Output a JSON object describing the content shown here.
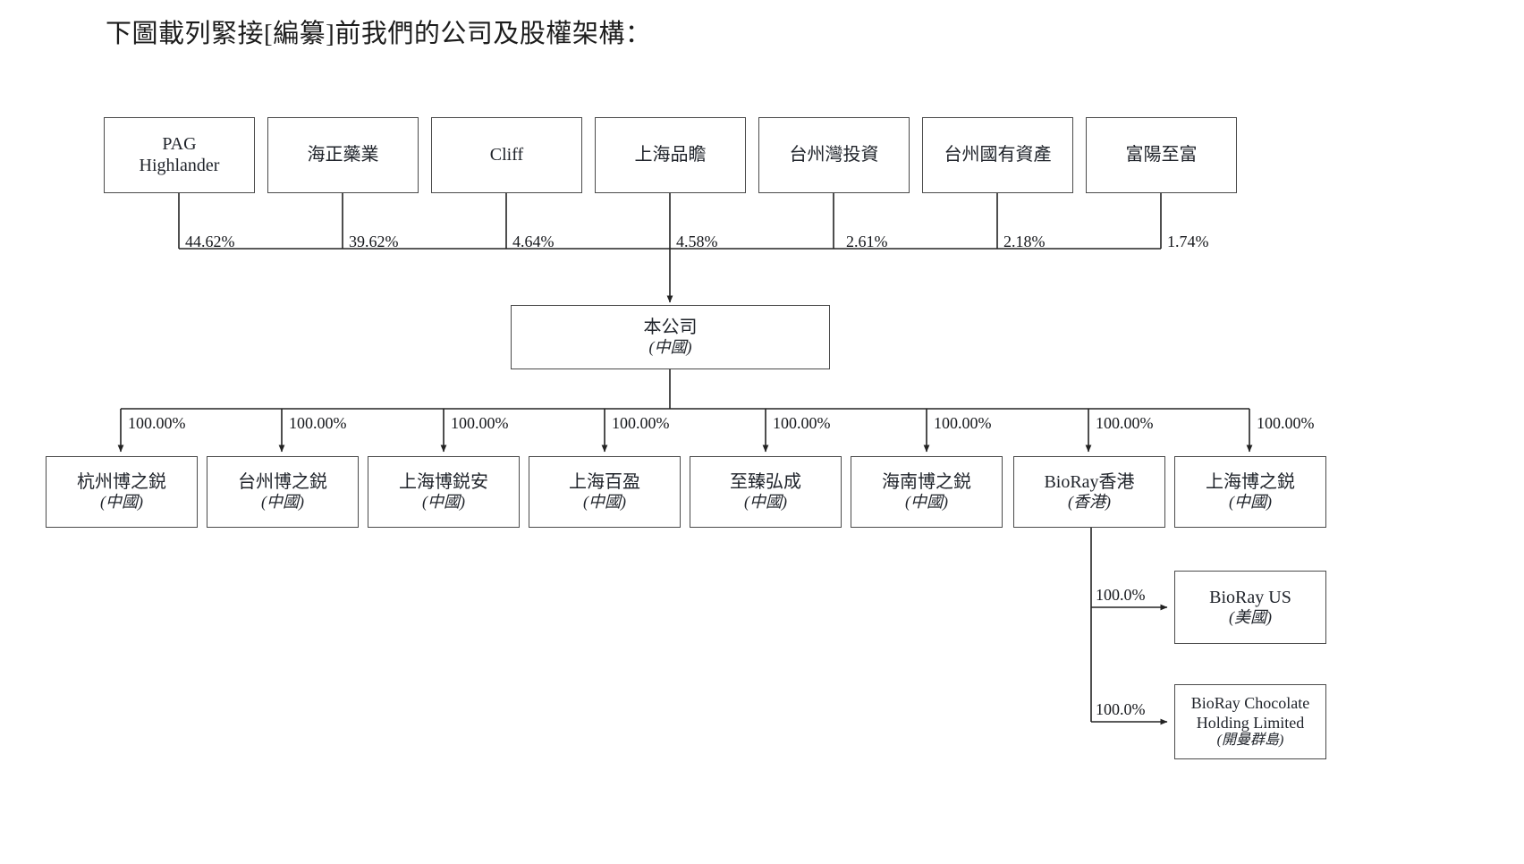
{
  "title": "下圖載列緊接[編纂]前我們的公司及股權架構：",
  "colors": {
    "box_border": "#4a4a4a",
    "line": "#232323",
    "text": "#20242b",
    "background": "#ffffff"
  },
  "shareholders": [
    {
      "name": "PAG\nHighlander",
      "pct": "44.62%"
    },
    {
      "name": "海正藥業",
      "pct": "39.62%"
    },
    {
      "name": "Cliff",
      "pct": "4.64%"
    },
    {
      "name": "上海品瞻",
      "pct": "4.58%"
    },
    {
      "name": "台州灣投資",
      "pct": "2.61%"
    },
    {
      "name": "台州國有資產",
      "pct": "2.18%"
    },
    {
      "name": "富陽至富",
      "pct": "1.74%"
    }
  ],
  "company": {
    "name": "本公司",
    "location": "(中國)"
  },
  "subsidiaries": [
    {
      "name": "杭州博之鋭",
      "location": "(中國)",
      "pct": "100.00%"
    },
    {
      "name": "台州博之鋭",
      "location": "(中國)",
      "pct": "100.00%"
    },
    {
      "name": "上海博鋭安",
      "location": "(中國)",
      "pct": "100.00%"
    },
    {
      "name": "上海百盈",
      "location": "(中國)",
      "pct": "100.00%"
    },
    {
      "name": "至臻弘成",
      "location": "(中國)",
      "pct": "100.00%"
    },
    {
      "name": "海南博之鋭",
      "location": "(中國)",
      "pct": "100.00%"
    },
    {
      "name": "BioRay香港",
      "location": "(香港)",
      "pct": "100.00%"
    },
    {
      "name": "上海博之鋭",
      "location": "(中國)",
      "pct": "100.00%"
    }
  ],
  "sub_subsidiaries": [
    {
      "name": "BioRay US",
      "location": "(美國)",
      "pct": "100.0%"
    },
    {
      "name": "BioRay Chocolate\nHolding Limited",
      "location": "(開曼群島)",
      "pct": "100.0%"
    }
  ]
}
